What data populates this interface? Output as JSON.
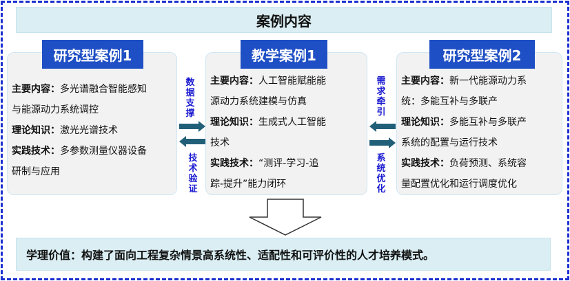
{
  "header": "案例内容",
  "cases": [
    {
      "title": "研究型案例1",
      "lines": [
        [
          "主要内容：",
          "多光谱融合智能感知"
        ],
        [
          "",
          "与能源动力系统调控"
        ],
        [
          "理论知识：",
          "激光光谱技术"
        ],
        [
          "实践技术：",
          "多参数测量仪器设备"
        ],
        [
          "",
          "研制与应用"
        ]
      ]
    },
    {
      "title": "教学案例1",
      "lines": [
        [
          "主要内容：",
          "人工智能赋能能"
        ],
        [
          "",
          "源动力系统建模与仿真"
        ],
        [
          "理论知识：",
          "生成式人工智能"
        ],
        [
          "",
          "技术"
        ],
        [
          "实践技术：",
          "“测评-学习-追"
        ],
        [
          "",
          "踪-提升”能力闭环"
        ]
      ]
    },
    {
      "title": "研究型案例2",
      "lines": [
        [
          "主要内容：",
          "新一代能源动力系"
        ],
        [
          "",
          "统：多能互补与多联产"
        ],
        [
          "理论知识：",
          "多能互补与多联产"
        ],
        [
          "",
          "系统的配置与运行技术"
        ],
        [
          "实践技术：",
          "负荷预测、系统容"
        ],
        [
          "",
          "量配置优化和运行调度优化"
        ]
      ]
    }
  ],
  "links": {
    "left_top": "数据支撑",
    "left_bottom": "技术验证",
    "right_top": "需求牵引",
    "right_bottom": "系统优化"
  },
  "colors": {
    "title_bg": "#1f4fc4",
    "arrow": "#215f78",
    "dash": "#1a2fd0"
  },
  "bottom": "学理价值：构建了面向工程复杂情景高系统性、适配性和可评价性的人才培养模式。"
}
